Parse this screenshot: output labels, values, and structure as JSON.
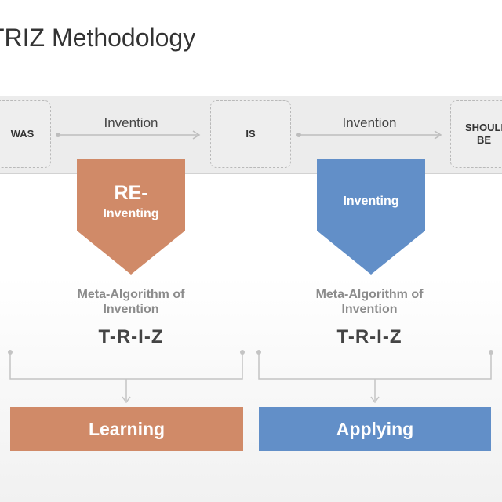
{
  "title": "TRIZ Methodology",
  "colors": {
    "orange": "#d08a68",
    "blue": "#628fc8",
    "line": "#bdbdbd"
  },
  "stages": {
    "was": "WAS",
    "is": "IS",
    "should_be": "SHOULD\nBE"
  },
  "transitions": [
    {
      "label": "Invention"
    },
    {
      "label": "Invention"
    }
  ],
  "columns": [
    {
      "chevron_title": "RE-",
      "chevron_subtitle": "Inventing",
      "meta": "Meta-Algorithm of\nInvention",
      "triz": "T-R-I-Z",
      "result": "Learning"
    },
    {
      "chevron_title": "",
      "chevron_subtitle": "Inventing",
      "meta": "Meta-Algorithm of\nInvention",
      "triz": "T-R-I-Z",
      "result": "Applying"
    }
  ]
}
